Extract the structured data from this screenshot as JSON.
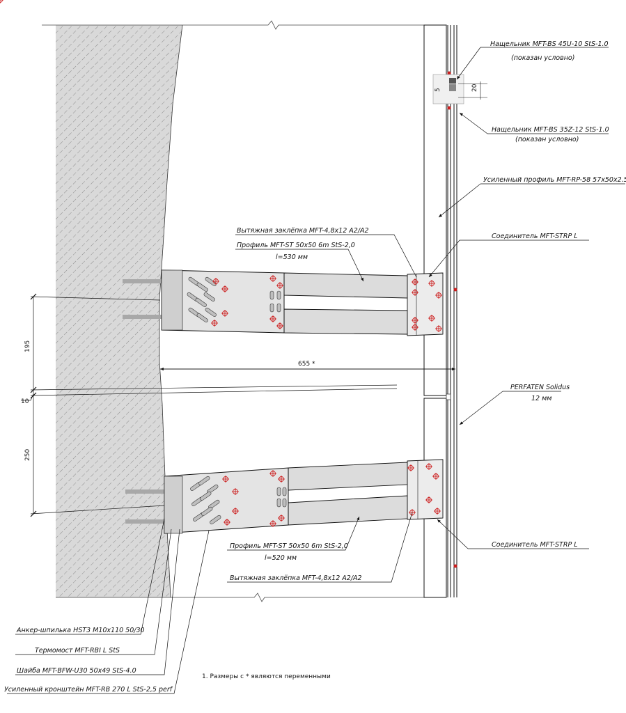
{
  "labels": {
    "bs45": "Нащельник MFT-BS 45U-10 StS-1.0",
    "bs45_note": "(показан условно)",
    "bs35": "Нащельник MFT-BS 35Z-12 StS-1.0",
    "bs35_note": "(показан условно)",
    "rp58": "Усиленный профиль MFT-RP-58 57x50x2.5",
    "rivet_top": "Вытяжная заклёпка MFT-4,8x12 A2/A2",
    "profile_top": "Профиль MFT-ST 50x50 6m StS-2,0",
    "profile_top_len": "l=530 мм",
    "strp_top": "Соединитель MFT-STRP L",
    "perfaten": "PERFATEN Solidus",
    "perfaten_thk": "12 мм",
    "strp_bottom": "Соединитель MFT-STRP L",
    "profile_bottom": "Профиль MFT-ST 50x50 6m StS-2,0",
    "profile_bottom_len": "l=520 мм",
    "rivet_bottom": "Вытяжная заклёпка MFT-4,8x12 A2/A2",
    "anchor": "Анкер-шпилька HST3 M10x110 50/30",
    "thermobridge": "Термомост MFT-RBI L StS",
    "washer": "Шайба MFT-BFW-U30 50x49 StS-4.0",
    "bracket": "Усиленный кронштейн MFT-RB 270 L StS-2,5 perf"
  },
  "dimensions": {
    "gap_5": "5",
    "gap_20": "20",
    "dim_195": "195",
    "dim_10": "10",
    "dim_250": "250",
    "dim_655": "655 *"
  },
  "notes": [
    "1.  Размеры с * являются переменными"
  ],
  "colors": {
    "line": "#111111",
    "hatch_fill": "#d9d9d9",
    "part_fill": "#dcdcdc",
    "slot_fill": "#bfbfbf",
    "rivet": "#cc1f1f"
  }
}
